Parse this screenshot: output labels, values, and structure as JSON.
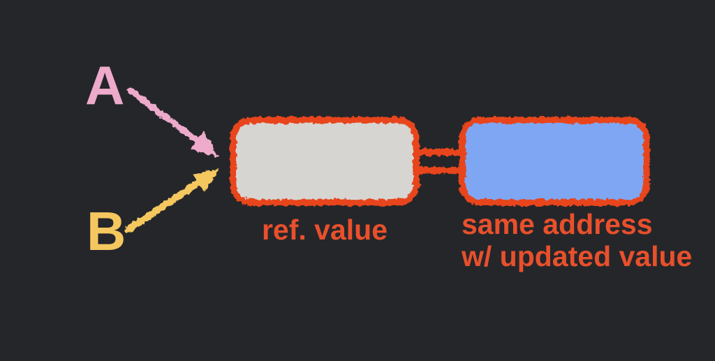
{
  "canvas": {
    "background": "#25262a"
  },
  "colors": {
    "outline_red": "#e8451f",
    "caption_red": "#e8502c",
    "pink": "#edaacb",
    "yellow": "#f5c75f",
    "gray_fill": "#d6d5d2",
    "blue_fill": "#7fa6f2"
  },
  "diagram": {
    "variables": [
      {
        "name": "A",
        "color": "#edaacb"
      },
      {
        "name": "B",
        "color": "#f5c75f"
      }
    ],
    "boxes": [
      {
        "caption": "ref. value",
        "fill": "#d6d5d2"
      },
      {
        "caption": "same address w/ updated value",
        "caption_lines": [
          "same address",
          "w/ updated value"
        ],
        "fill": "#7fa6f2"
      }
    ],
    "connector_symbol": "="
  }
}
